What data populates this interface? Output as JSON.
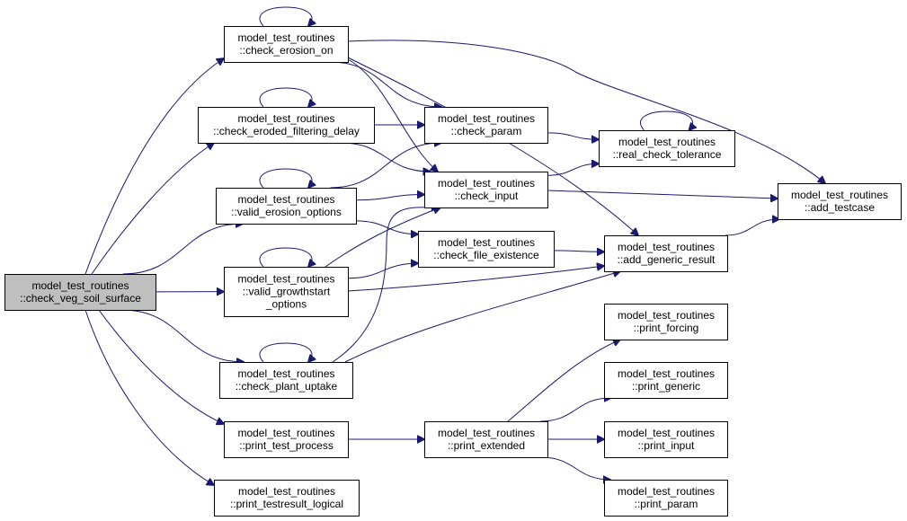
{
  "colors": {
    "edge": "#191970",
    "root_fill": "#bfbfbf",
    "node_fill": "#ffffff",
    "border": "#000000"
  },
  "nodes": [
    {
      "id": "check_veg_soil_surface",
      "lines": [
        "model_test_routines",
        "::check_veg_soil_surface"
      ],
      "root": true
    },
    {
      "id": "check_erosion_on",
      "lines": [
        "model_test_routines",
        "::check_erosion_on"
      ]
    },
    {
      "id": "check_eroded_filtering_delay",
      "lines": [
        "model_test_routines",
        "::check_eroded_filtering_delay"
      ]
    },
    {
      "id": "valid_erosion_options",
      "lines": [
        "model_test_routines",
        "::valid_erosion_options"
      ]
    },
    {
      "id": "valid_growthstart_options",
      "lines": [
        "model_test_routines",
        "::valid_growthstart",
        "_options"
      ]
    },
    {
      "id": "check_plant_uptake",
      "lines": [
        "model_test_routines",
        "::check_plant_uptake"
      ]
    },
    {
      "id": "print_test_process",
      "lines": [
        "model_test_routines",
        "::print_test_process"
      ]
    },
    {
      "id": "print_testresult_logical",
      "lines": [
        "model_test_routines",
        "::print_testresult_logical"
      ]
    },
    {
      "id": "check_param",
      "lines": [
        "model_test_routines",
        "::check_param"
      ]
    },
    {
      "id": "check_input",
      "lines": [
        "model_test_routines",
        "::check_input"
      ]
    },
    {
      "id": "check_file_existence",
      "lines": [
        "model_test_routines",
        "::check_file_existence"
      ]
    },
    {
      "id": "print_extended",
      "lines": [
        "model_test_routines",
        "::print_extended"
      ]
    },
    {
      "id": "real_check_tolerance",
      "lines": [
        "model_test_routines",
        "::real_check_tolerance"
      ]
    },
    {
      "id": "add_generic_result",
      "lines": [
        "model_test_routines",
        "::add_generic_result"
      ]
    },
    {
      "id": "print_forcing",
      "lines": [
        "model_test_routines",
        "::print_forcing"
      ]
    },
    {
      "id": "print_generic",
      "lines": [
        "model_test_routines",
        "::print_generic"
      ]
    },
    {
      "id": "print_input",
      "lines": [
        "model_test_routines",
        "::print_input"
      ]
    },
    {
      "id": "print_param",
      "lines": [
        "model_test_routines",
        "::print_param"
      ]
    },
    {
      "id": "add_testcase",
      "lines": [
        "model_test_routines",
        "::add_testcase"
      ]
    }
  ],
  "edges": [
    [
      "check_veg_soil_surface",
      "check_erosion_on"
    ],
    [
      "check_veg_soil_surface",
      "check_eroded_filtering_delay"
    ],
    [
      "check_veg_soil_surface",
      "valid_erosion_options"
    ],
    [
      "check_veg_soil_surface",
      "valid_growthstart_options"
    ],
    [
      "check_veg_soil_surface",
      "check_plant_uptake"
    ],
    [
      "check_veg_soil_surface",
      "print_test_process"
    ],
    [
      "check_veg_soil_surface",
      "print_testresult_logical"
    ],
    [
      "check_erosion_on",
      "check_erosion_on"
    ],
    [
      "check_erosion_on",
      "check_param"
    ],
    [
      "check_erosion_on",
      "check_input"
    ],
    [
      "check_erosion_on",
      "add_generic_result"
    ],
    [
      "check_erosion_on",
      "add_testcase"
    ],
    [
      "check_eroded_filtering_delay",
      "check_eroded_filtering_delay"
    ],
    [
      "check_eroded_filtering_delay",
      "check_param"
    ],
    [
      "check_eroded_filtering_delay",
      "check_input"
    ],
    [
      "valid_erosion_options",
      "valid_erosion_options"
    ],
    [
      "valid_erosion_options",
      "check_param"
    ],
    [
      "valid_erosion_options",
      "check_input"
    ],
    [
      "valid_erosion_options",
      "check_file_existence"
    ],
    [
      "valid_growthstart_options",
      "valid_growthstart_options"
    ],
    [
      "valid_growthstart_options",
      "check_input"
    ],
    [
      "valid_growthstart_options",
      "check_file_existence"
    ],
    [
      "valid_growthstart_options",
      "add_generic_result"
    ],
    [
      "check_plant_uptake",
      "check_plant_uptake"
    ],
    [
      "check_plant_uptake",
      "check_input"
    ],
    [
      "check_plant_uptake",
      "add_generic_result"
    ],
    [
      "print_test_process",
      "print_extended"
    ],
    [
      "check_param",
      "real_check_tolerance"
    ],
    [
      "check_input",
      "real_check_tolerance"
    ],
    [
      "check_input",
      "add_testcase"
    ],
    [
      "check_file_existence",
      "add_generic_result"
    ],
    [
      "real_check_tolerance",
      "real_check_tolerance"
    ],
    [
      "add_generic_result",
      "add_testcase"
    ],
    [
      "print_extended",
      "print_forcing"
    ],
    [
      "print_extended",
      "print_generic"
    ],
    [
      "print_extended",
      "print_input"
    ],
    [
      "print_extended",
      "print_param"
    ]
  ]
}
